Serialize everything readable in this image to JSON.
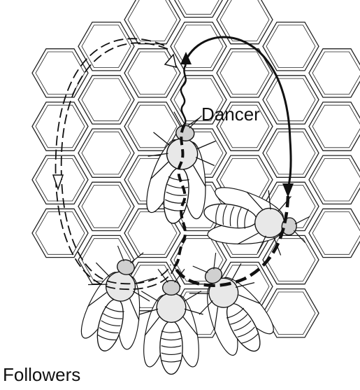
{
  "labels": {
    "dancer": "Dancer",
    "followers": "Followers"
  },
  "figure": {
    "subject": "honeybee waggle dance",
    "bees": [
      {
        "role": "dancer"
      },
      {
        "role": "follower"
      },
      {
        "role": "follower"
      },
      {
        "role": "follower"
      },
      {
        "role": "follower"
      }
    ],
    "paths": [
      {
        "name": "waggle-run",
        "style": "wavy-solid"
      },
      {
        "name": "return-loop-right",
        "style": "solid-then-dashed",
        "arrow": "down"
      },
      {
        "name": "return-loop-left",
        "style": "double-dashed",
        "arrow": "down-and-up"
      }
    ],
    "background": "honeycomb-cells"
  },
  "colors": {
    "ink": "#111111",
    "paper": "#ffffff"
  }
}
